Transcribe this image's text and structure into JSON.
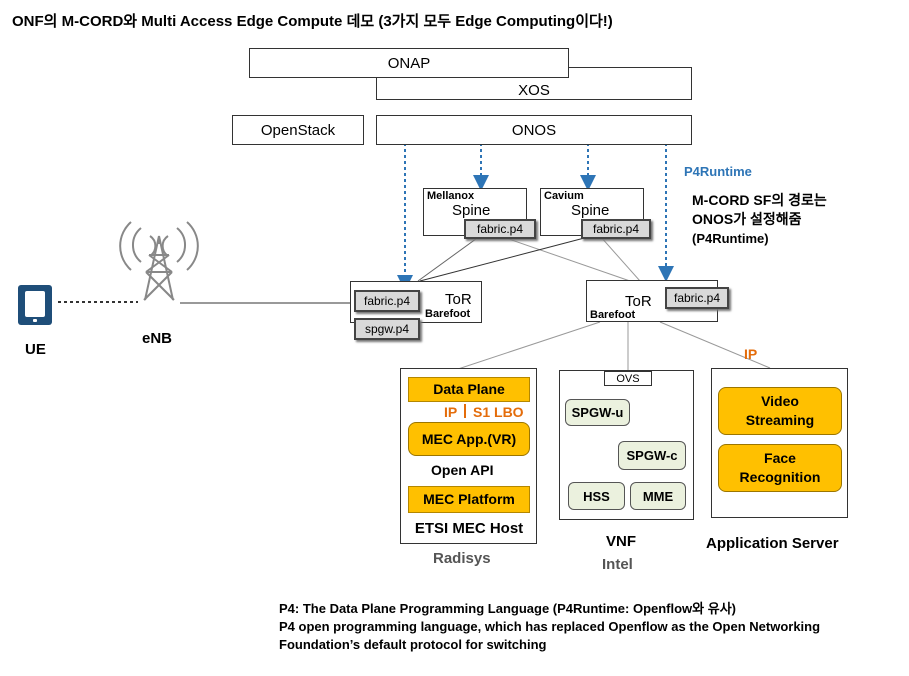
{
  "title": "ONF의 M-CORD와 Multi Access Edge Compute 데모 (3가지 모두 Edge Computing이다!)",
  "control": {
    "onap": "ONAP",
    "xos": "XOS",
    "openstack": "OpenStack",
    "onos": "ONOS"
  },
  "p4runtime": {
    "label": "P4Runtime",
    "note_line1": "M-CORD SF의 경로는",
    "note_line2": "ONOS가 설정해줌",
    "note_line3": "(P4Runtime)"
  },
  "spines": [
    {
      "vendor": "Mellanox",
      "name": "Spine",
      "tag": "fabric.p4"
    },
    {
      "vendor": "Cavium",
      "name": "Spine",
      "tag": "fabric.p4"
    }
  ],
  "tors": [
    {
      "name": "ToR",
      "vendor": "Barefoot",
      "tag1": "fabric.p4",
      "tag2": "spgw.p4"
    },
    {
      "name": "ToR",
      "vendor": "Barefoot",
      "tag1": "fabric.p4"
    }
  ],
  "access": {
    "ue": "UE",
    "enb": "eNB"
  },
  "mec_host": {
    "data_plane": "Data Plane",
    "ip": "IP",
    "s1_lbo": "S1 LBO",
    "app": "MEC App.(VR)",
    "open_api": "Open API",
    "platform": "MEC Platform",
    "host_name": "ETSI MEC Host",
    "vendor": "Radisys"
  },
  "vnf": {
    "ovs": "OVS",
    "spgw_u": "SPGW-u",
    "spgw_c": "SPGW-c",
    "hss": "HSS",
    "mme": "MME",
    "name": "VNF",
    "vendor": "Intel"
  },
  "app_server": {
    "ip": "IP",
    "video_line1": "Video",
    "video_line2": "Streaming",
    "face_line1": "Face",
    "face_line2": "Recognition",
    "name": "Application Server"
  },
  "footnotes": [
    "P4: The Data Plane Programming Language (P4Runtime: Openflow와 유사)",
    "P4 open programming language, which has replaced Openflow as the Open Networking",
    "Foundation’s default protocol for switching"
  ],
  "colors": {
    "gold": "#ffc000",
    "green_box": "#ebf1de",
    "tag_grey": "#d9d9d9",
    "p4_blue": "#2e75b6",
    "ip_orange": "#e46c0a"
  }
}
